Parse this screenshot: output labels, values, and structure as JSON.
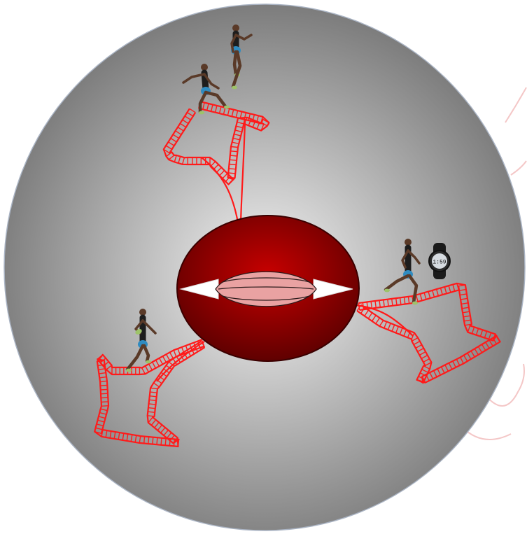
{
  "diagram": {
    "background_color": "#ffffff",
    "disc": {
      "center_color": "#f4f4f4",
      "edge_color": "#7c7c7c",
      "border_color": "#aab4c4"
    },
    "core": {
      "outer_center_color": "#c70000",
      "outer_edge_color": "#5c0000",
      "muscle_fill": "#e9a2a2",
      "fiber_color": "#2a1a1a",
      "tendon_color": "#ffffff"
    },
    "strip_color": "#ff1a1a",
    "branches": [
      {
        "id": "top",
        "icons": [
          "athlete-hurdling-icon",
          "athlete-jumping-icon"
        ]
      },
      {
        "id": "right",
        "icons": [
          "athlete-running-icon",
          "stopwatch-icon"
        ]
      },
      {
        "id": "bottom-left",
        "icons": [
          "rugby-player-icon"
        ]
      }
    ],
    "stopwatch": {
      "display_text": "1:59",
      "band_color": "#1a1a1a"
    },
    "athletes": {
      "skin_color": "#5a3a28",
      "shorts_color": "#2f8bc0",
      "shirt_color": "#1d1d1d",
      "shoe_color": "#9ec36a"
    }
  }
}
